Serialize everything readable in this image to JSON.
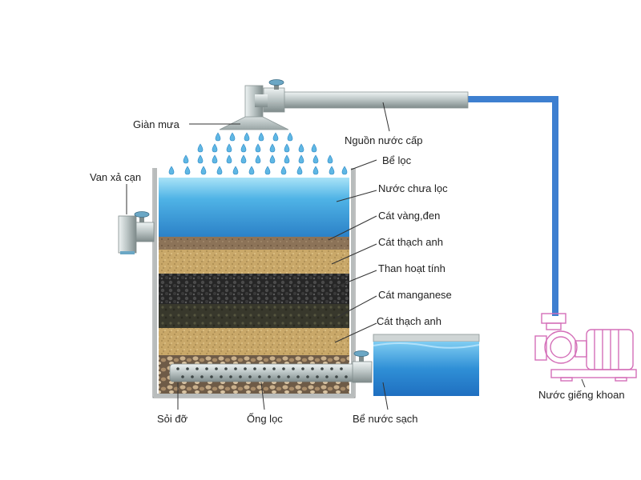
{
  "labels": {
    "gian_mua": "Giàn mưa",
    "nguon_nuoc_cap": "Nguồn nước cấp",
    "van_xa_can": "Van xả cạn",
    "be_loc": "Bể lọc",
    "nuoc_chua_loc": "Nước chưa lọc",
    "cat_vang_den": "Cát vàng,đen",
    "cat_thach_anh_1": "Cát thạch anh",
    "than_hoat_tinh": "Than hoạt tính",
    "cat_manganese": "Cát manganese",
    "cat_thach_anh_2": "Cát thạch anh",
    "soi_do": "Sỏi đỡ",
    "ong_loc": "Ống lọc",
    "be_nuoc_sach": "Bể nước sạch",
    "nuoc_gieng_khoan": "Nước giếng khoan"
  },
  "colors": {
    "water": "#2f8fd6",
    "water_light": "#8fd3f2",
    "supply_line": "#3d7fd0",
    "pipe": "#c9d2d2",
    "sand_yellow": "#c9a869",
    "charcoal": "#2d2d2d",
    "manganese": "#3a3a2e",
    "gravel": "#8e7a5f",
    "pump_outline": "#d46fb8"
  }
}
